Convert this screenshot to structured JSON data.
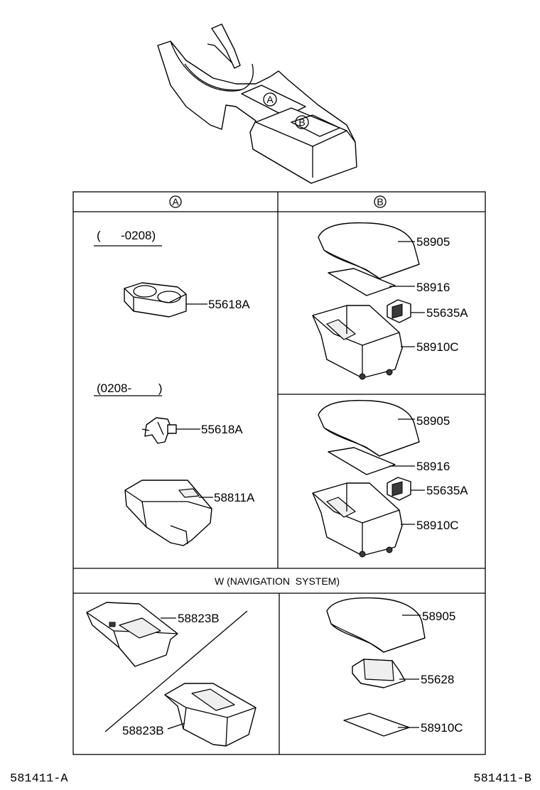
{
  "callouts": {
    "a": "A",
    "b": "B"
  },
  "section_a": {
    "range_1": "(      -0208)",
    "range_2": "(0208-        )",
    "parts": [
      "55618A",
      "55618A",
      "58811A"
    ]
  },
  "section_b": {
    "group_1": [
      "58905",
      "58916",
      "55635A",
      "58910C"
    ],
    "group_2": [
      "58905",
      "58916",
      "55635A",
      "58910C"
    ]
  },
  "navigation": {
    "title": "W (NAVIGATION  SYSTEM)",
    "left_parts": [
      "58823B",
      "58823B"
    ],
    "right_parts": [
      "58905",
      "55628",
      "58910C"
    ]
  },
  "footer": {
    "left_code": "581411-A",
    "right_code": "581411-B"
  }
}
